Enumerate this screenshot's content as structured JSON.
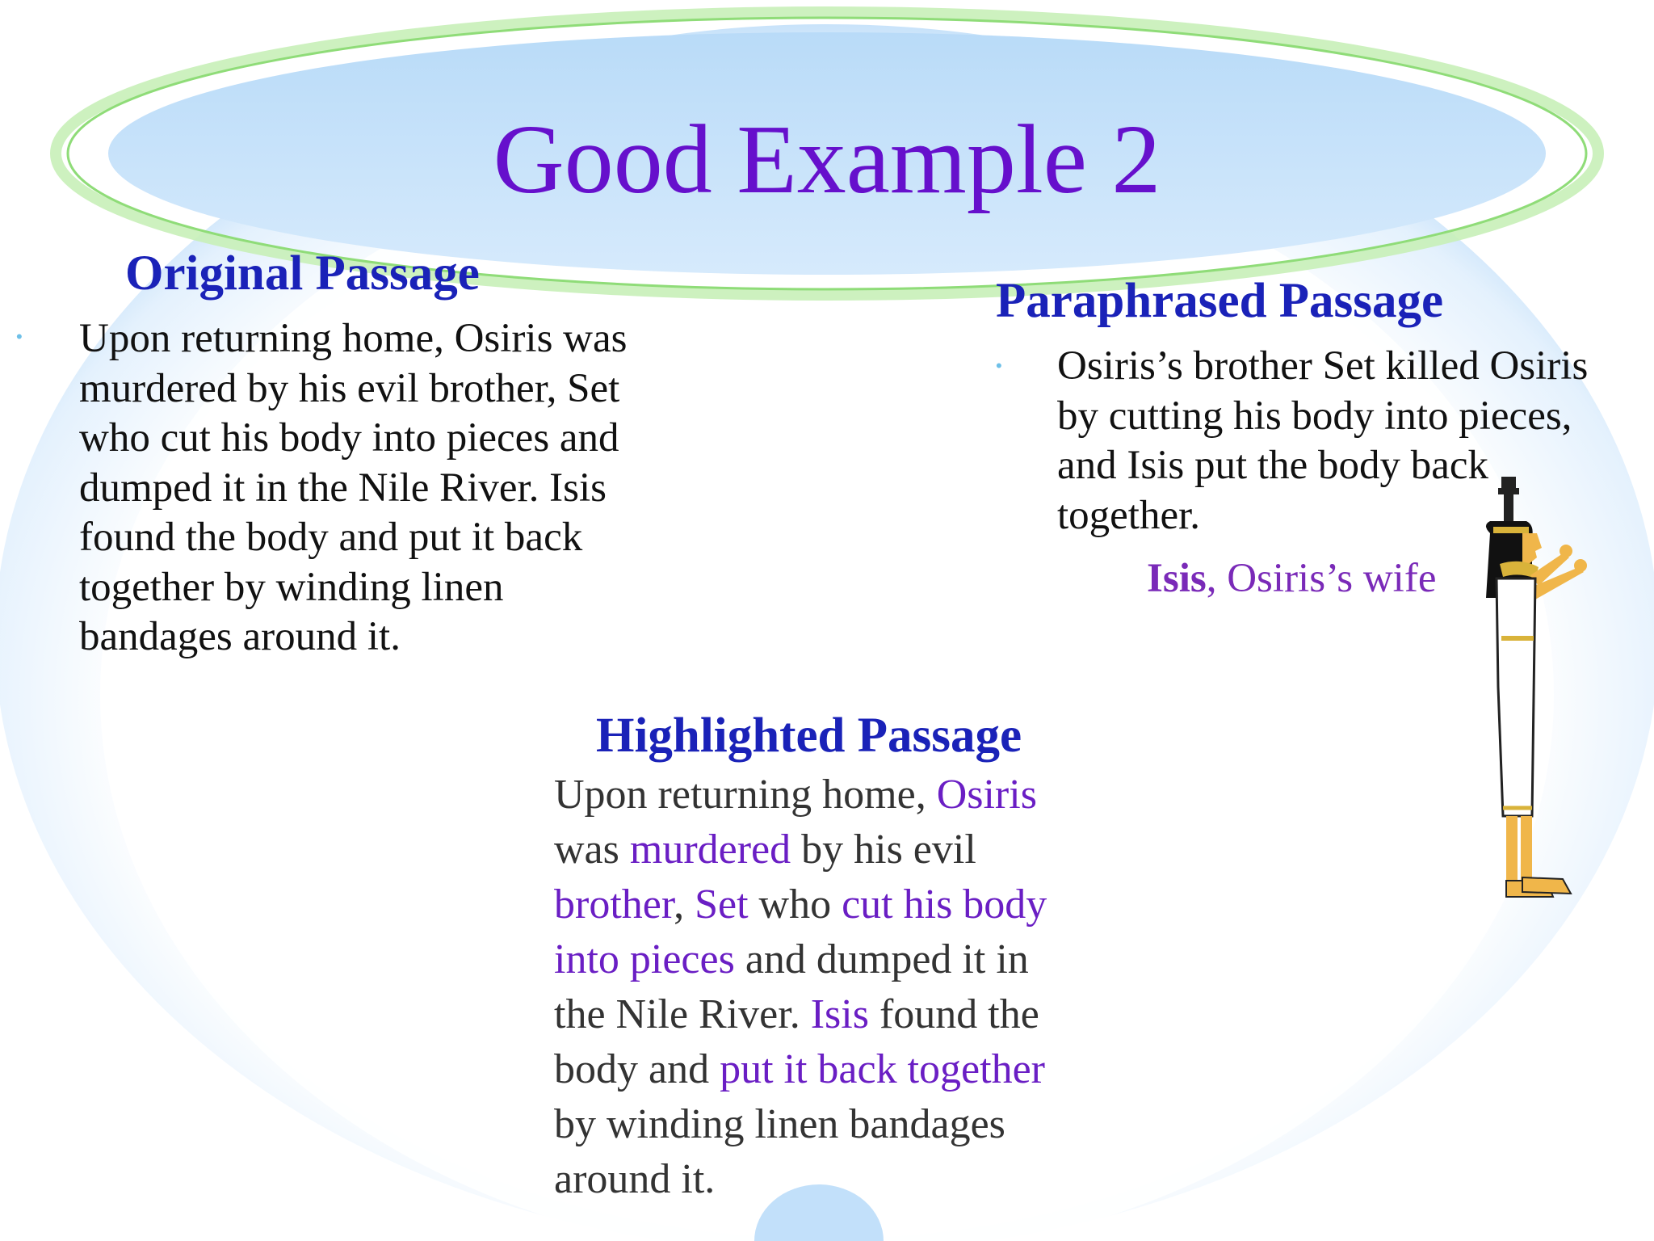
{
  "slide": {
    "title": "Good Example 2"
  },
  "original": {
    "heading": "Original Passage",
    "text": "Upon returning home, Osiris was murdered by his evil brother, Set who cut his body into pieces and dumped it in the Nile River.  Isis found the body and put it back together by winding linen bandages around it."
  },
  "paraphrased": {
    "heading": "Paraphrased Passage",
    "text": "Osiris’s brother Set killed Osiris by cutting his body into pieces, and Isis put the body back together."
  },
  "highlighted": {
    "heading": "Highlighted Passage",
    "segments": [
      "Upon returning home, ",
      "Osiris",
      "\nwas ",
      "murdered",
      " by his evil\n",
      "brother",
      ", ",
      "Set",
      " who ",
      "cut his body",
      "\n",
      "into pieces",
      " and dumped it in\nthe Nile River.  ",
      "Isis",
      " found the\nbody and ",
      "put it back together",
      "\nby winding linen bandages\naround it."
    ]
  },
  "caption": {
    "name": "Isis",
    "rest": ", Osiris’s wife"
  },
  "illustration": {
    "icon": "isis-figure-icon"
  },
  "colors": {
    "title": "#6610cc",
    "heading": "#1a22b8",
    "highlight": "#6a1ec4",
    "background_oval": "#cfe6fb",
    "accent_green": "#9ee08a"
  }
}
